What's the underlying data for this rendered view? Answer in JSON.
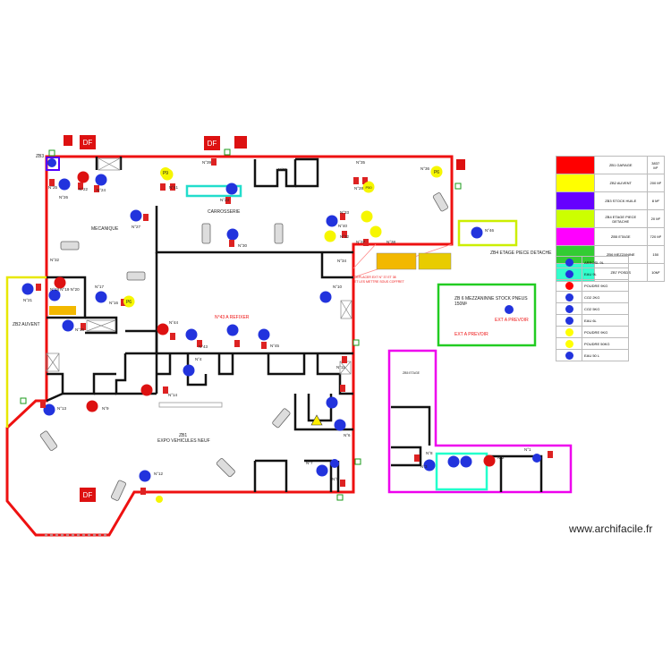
{
  "zones": {
    "zb1": "ZB1",
    "zb1_name": "EXPO VEHICULES NEUF",
    "zb2": "ZB2 AUVENT",
    "zb3": "ZB3",
    "zb4": "ZB4 ETAGE PIECE DETACHE",
    "zb6": "ZB 6 MEZZANINNE STOCK PNEUS",
    "zb6_area": "150M²",
    "zb5": "ZB5 ETAGE",
    "mecanique": "MECANIQUE",
    "carrosserie": "CARROSSERIE"
  },
  "notes": {
    "refixer": "N°43 A REFIXER",
    "prevoir1": "EXT A PREVOIR",
    "prevoir2": "EXT A PREVOIR",
    "deplacer": "DEPLACER EXT N° 37 ET 38",
    "deplacer2": "ET LES METTRE SOUS COFFRET"
  },
  "ext_labels": {
    "n41": "N°41",
    "n39": "N°39",
    "n35": "N°35",
    "n36": "N°36",
    "n31": "N°31",
    "n26": "N°26",
    "n25": "N°25",
    "n22": "N°22",
    "n24": "N°24",
    "n27": "N°27",
    "n30": "N°30",
    "n33": "N°33",
    "n40": "N°40",
    "n32a": "N°32",
    "n37": "N°37",
    "n38": "N°38",
    "n34": "N°34",
    "n32b": "N°32",
    "n17": "N°17",
    "n18": "N°18 N°19 N°20",
    "n16": "N°16",
    "n21": "N°21",
    "n15": "N°15",
    "n44": "N°44",
    "n43": "N°43",
    "n45": "N°45",
    "n4": "N°4",
    "n14": "N°14",
    "n13": "N°13",
    "n9": "N°9",
    "n12": "N°12",
    "n7": "N°7",
    "n6": "N°6",
    "n5": "N°5",
    "n8": "N°8",
    "n3": "N°3",
    "n2": "N°2",
    "n1": "N°1",
    "n46": "N°46",
    "n10": "N°10",
    "n11": "N°11",
    "n28": "N°28",
    "n23": "N°23"
  },
  "legend_zones": [
    {
      "color": "#ff0000",
      "name": "ZB1 GARAGE",
      "area": "3837 M²"
    },
    {
      "color": "#ffff00",
      "name": "ZB2 AUVENT",
      "area": "200 M²"
    },
    {
      "color": "#6600ff",
      "name": "ZB3 STOCK HUILE",
      "area": "8 M²"
    },
    {
      "color": "#ccff00",
      "name": "ZB4 ETAGE PIECE DETACHE",
      "area": "20 M²"
    },
    {
      "color": "#ff00ff",
      "name": "ZB5 ETAGE",
      "area": "720 M²"
    },
    {
      "color": "#33cc33",
      "name": "ZB6 MEZZANINE",
      "area": "150"
    },
    {
      "color": "#33ffcc",
      "name": "ZB7 POSDS",
      "area": "10M²"
    }
  ],
  "legend_ext": [
    {
      "color": "#2233dd",
      "name": "ARROSL 9L"
    },
    {
      "color": "#2233dd",
      "name": "EAU 9L"
    },
    {
      "color": "#ff0000",
      "name": "POUDRE 9KG"
    },
    {
      "color": "#2233dd",
      "name": "CO2 2KG"
    },
    {
      "color": "#2233dd",
      "name": "CO2 5KG"
    },
    {
      "color": "#2233dd",
      "name": "EAU 6L"
    },
    {
      "color": "#ffff00",
      "name": "POUDRE 9KG"
    },
    {
      "color": "#ffff00",
      "name": "POUDRE 50KG"
    },
    {
      "color": "#2233dd",
      "name": "EAU 50 L"
    }
  ],
  "icons": {
    "df": "DF",
    "p9": "P9",
    "p6": "P6",
    "p50": "P50",
    "p6b": "P6"
  },
  "watermark": "www.archifacile.fr"
}
